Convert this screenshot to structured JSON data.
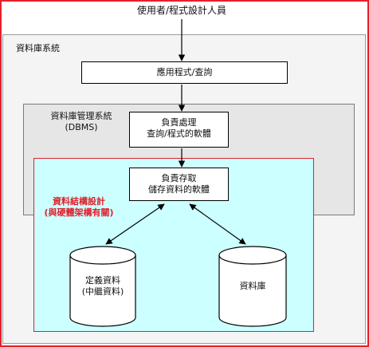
{
  "diagram": {
    "top_label": "使用者/程式設計人員",
    "db_system_label": "資料庫系統",
    "app_query_label": "應用程式/查詢",
    "dbms_label_line1": "資料庫管理系統",
    "dbms_label_line2": "(DBMS)",
    "query_proc_line1": "負責處理",
    "query_proc_line2": "查詢/程式的軟體",
    "storage_line1": "負責存取",
    "storage_line2": "儲存資料的軟體",
    "data_struct_line1": "資料結構設計",
    "data_struct_line2": "(與硬體架構有關)",
    "meta_line1": "定義資料",
    "meta_line2": "(中繼資料)",
    "database_label": "資料庫",
    "colors": {
      "frame": "#e8202a",
      "db_region": "#f4f4f4",
      "dbms_region": "#e6e6e6",
      "storage_region": "#ccffff",
      "storage_border": "#e0202a",
      "highlight_text": "#e0202a"
    }
  }
}
